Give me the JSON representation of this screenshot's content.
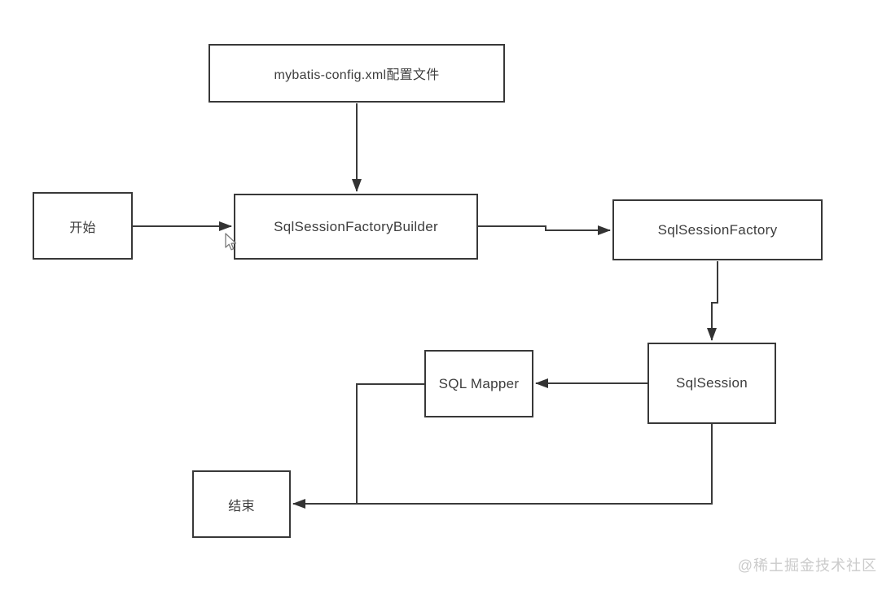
{
  "diagram": {
    "type": "flowchart",
    "background": "#ffffff",
    "line_color": "#3a3a3a",
    "box_border_color": "#383838",
    "text_color": "#3d3d3d",
    "nodes": [
      {
        "id": "config",
        "label": "mybatis-config.xml配置文件"
      },
      {
        "id": "start",
        "label": "开始"
      },
      {
        "id": "builder",
        "label": "SqlSessionFactoryBuilder"
      },
      {
        "id": "factory",
        "label": "SqlSessionFactory"
      },
      {
        "id": "session",
        "label": "SqlSession"
      },
      {
        "id": "mapper",
        "label": "SQL Mapper"
      },
      {
        "id": "end",
        "label": "结束"
      }
    ],
    "edges": [
      {
        "from": "config",
        "to": "builder",
        "arrow": true
      },
      {
        "from": "start",
        "to": "builder",
        "arrow": true
      },
      {
        "from": "builder",
        "to": "factory",
        "arrow": true
      },
      {
        "from": "factory",
        "to": "session",
        "arrow": true
      },
      {
        "from": "session",
        "to": "mapper",
        "arrow": true
      },
      {
        "from": "session",
        "to": "end",
        "arrow": true
      },
      {
        "from": "mapper",
        "to": "end",
        "arrow": false,
        "note": "merges into session-to-end line"
      }
    ]
  },
  "watermark": {
    "text": "@稀土掘金技术社区",
    "color": "#cbcbcb"
  }
}
